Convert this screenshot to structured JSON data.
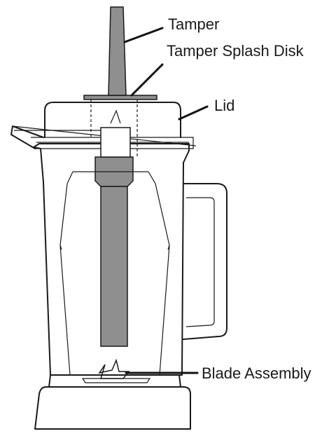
{
  "labels": {
    "tamper": "Tamper",
    "splash_disk": "Tamper Splash Disk",
    "lid": "Lid",
    "blade_assembly": "Blade Assembly"
  },
  "colors": {
    "line": "#1a1a1a",
    "tamper_fill": "#8f8f8f",
    "background": "#ffffff"
  }
}
